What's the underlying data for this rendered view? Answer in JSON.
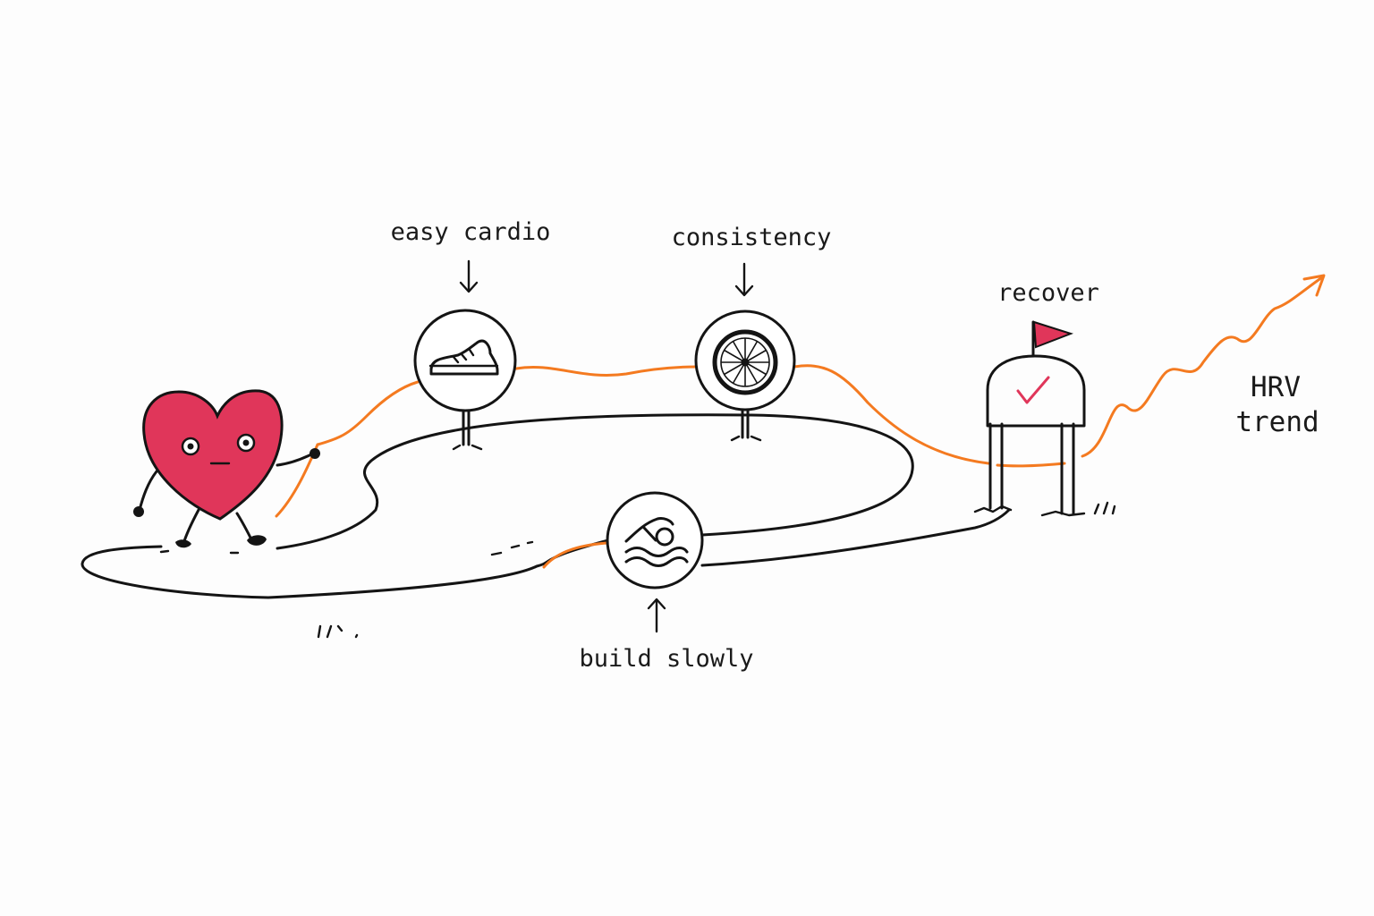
{
  "labels": {
    "easy_cardio": "easy cardio",
    "consistency": "consistency",
    "build_slowly": "build slowly",
    "recover": "recover",
    "hrv_line1": "HRV",
    "hrv_line2": "trend"
  },
  "icons": {
    "heart": "heart-character",
    "running": "running-shoe-icon",
    "cycling": "bicycle-wheel-icon",
    "swimming": "swimmer-icon",
    "recovery": "checkmark-icon",
    "flag": "flag-icon"
  },
  "colors": {
    "heart": "#e0365a",
    "accent_line": "#f47a20",
    "ink": "#141414",
    "flag": "#e0365a",
    "check": "#e0365a",
    "background": "#fdfdfd"
  }
}
